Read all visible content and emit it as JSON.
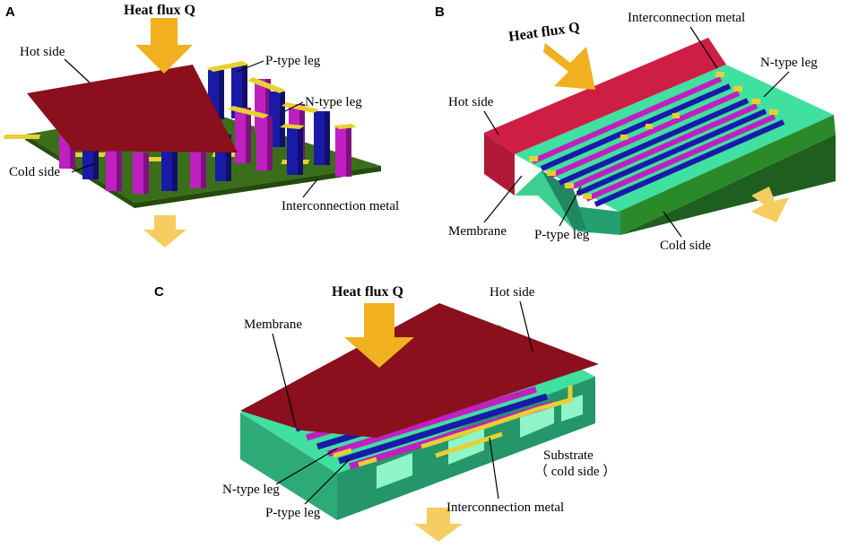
{
  "panels": [
    {
      "letter": "A",
      "labels": {
        "heat_flux": "Heat flux Q",
        "hot_side": "Hot side",
        "p_leg": "P-type leg",
        "n_leg": "N-type leg",
        "cold_side": "Cold side",
        "interconnect": "Interconnection metal"
      }
    },
    {
      "letter": "B",
      "labels": {
        "heat_flux": "Heat flux Q",
        "interconnect": "Interconnection metal",
        "n_leg": "N-type leg",
        "hot_side": "Hot side",
        "membrane": "Membrane",
        "p_leg": "P-type leg",
        "cold_side": "Cold side"
      }
    },
    {
      "letter": "C",
      "labels": {
        "heat_flux": "Heat flux Q",
        "hot_side": "Hot side",
        "membrane": "Membrane",
        "substrate": "Substrate",
        "substrate_sub": "（ cold side ）",
        "n_leg": "N-type leg",
        "p_leg": "P-type leg",
        "interconnect": "Interconnection metal"
      }
    }
  ],
  "colors": {
    "hot_plate": "#8b0f1c",
    "cold_plate": "#3a6e1a",
    "p_type": "#c020c0",
    "n_type": "#1a1aa8",
    "metal": "#e8d030",
    "membrane": "#40e0a0",
    "substrate": "#3ec08a",
    "arrow": "#f0b020"
  }
}
